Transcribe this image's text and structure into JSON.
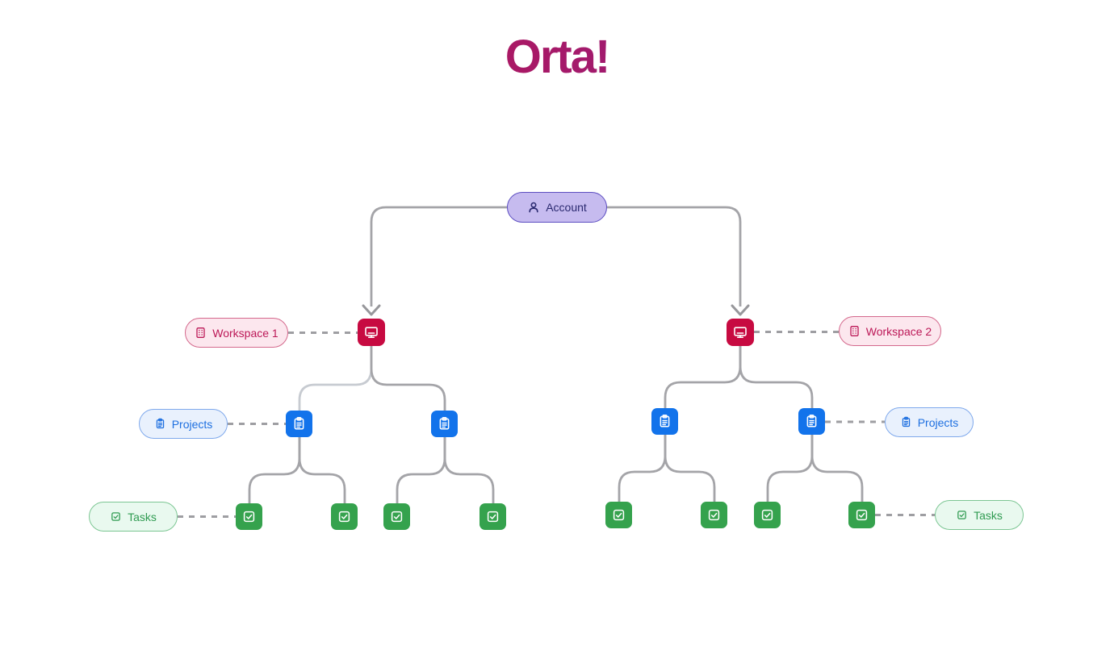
{
  "logo": {
    "text": "Orta!",
    "gradient_from": "#d31238",
    "gradient_to": "#4a2bb8"
  },
  "labels": {
    "account": "Account",
    "workspace1": "Workspace 1",
    "workspace2": "Workspace 2",
    "projects_left": "Projects",
    "projects_right": "Projects",
    "tasks_left": "Tasks",
    "tasks_right": "Tasks"
  },
  "structure": {
    "root": "Account",
    "workspaces": 2,
    "projects_per_workspace": 2,
    "tasks_per_project": 2,
    "edges": [
      "Account -> Workspace 1 (arrow)",
      "Account -> Workspace 2 (arrow)",
      "Workspace 1 -> Project, Project",
      "Workspace 2 -> Project, Project",
      "each Project -> Task, Task",
      "dashed callout lines connect label pills to nodes"
    ]
  },
  "icons": {
    "account": "user-icon",
    "workspace_pill": "building-icon",
    "workspace_node": "monitor-icon",
    "project": "clipboard-icon",
    "task": "checkbox-icon"
  },
  "colors": {
    "background": "#ffffff",
    "connector_gray": "#a4a4a8",
    "dashed_gray": "#9e9ea2",
    "account_fill": "#c6bbef",
    "account_border": "#5b4cc0",
    "account_text": "#2b2a70",
    "workspace_node": "#c70a41",
    "workspace_pill_bg": "#fce7ee",
    "workspace_pill_text": "#bc1857",
    "project_node": "#1273eb",
    "project_pill_bg": "#e9f1fd",
    "project_pill_text": "#1d6fe0",
    "task_node": "#35a24d",
    "task_pill_bg": "#e9f9ef",
    "task_pill_text": "#2f9b51"
  }
}
